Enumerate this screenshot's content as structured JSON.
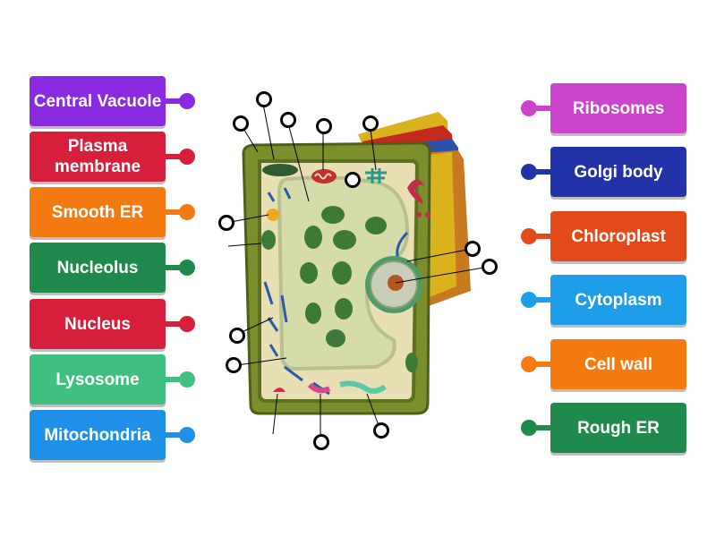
{
  "labels_left": [
    {
      "text": "Central Vacuole",
      "color": "#8a2be2"
    },
    {
      "text": "Plasma membrane",
      "color": "#d61f3a"
    },
    {
      "text": "Smooth ER",
      "color": "#f47b12"
    },
    {
      "text": "Nucleolus",
      "color": "#1f8a4c"
    },
    {
      "text": "Nucleus",
      "color": "#d61f3a"
    },
    {
      "text": "Lysosome",
      "color": "#3fbf80"
    },
    {
      "text": "Mitochondria",
      "color": "#1e90e8"
    }
  ],
  "labels_right": [
    {
      "text": "Ribosomes",
      "color": "#cc44cc"
    },
    {
      "text": "Golgi body",
      "color": "#2233aa"
    },
    {
      "text": "Chloroplast",
      "color": "#e24a1a"
    },
    {
      "text": "Cytoplasm",
      "color": "#1e9ee8"
    },
    {
      "text": "Cell wall",
      "color": "#f47b12"
    },
    {
      "text": "Rough ER",
      "color": "#1f8a4c"
    }
  ]
}
